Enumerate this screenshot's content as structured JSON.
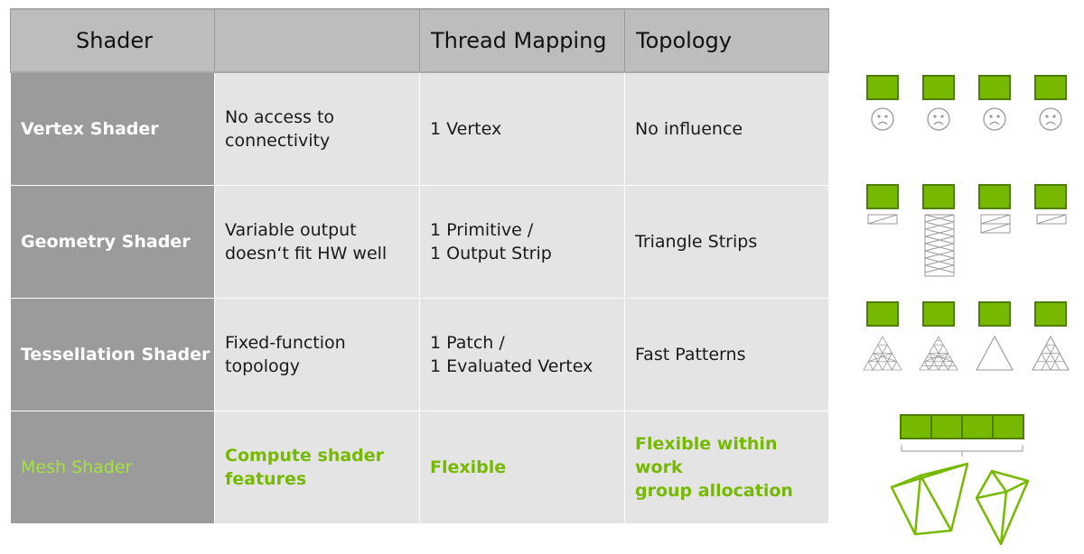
{
  "table": {
    "headers": [
      "Shader",
      "",
      "Thread Mapping",
      "Topology"
    ],
    "rows": [
      {
        "shader": "Vertex Shader",
        "description": "No access to\nconnectivity",
        "thread_mapping": "1 Vertex",
        "topology": "No influence"
      },
      {
        "shader": "Geometry Shader",
        "description": "Variable output\ndoesn‘t fit HW well",
        "thread_mapping": "1 Primitive /\n1 Output Strip",
        "topology": "Triangle Strips"
      },
      {
        "shader": "Tessellation Shader",
        "description": "Fixed-function\ntopology",
        "thread_mapping": "1 Patch /\n1 Evaluated Vertex",
        "topology": "Fast Patterns"
      },
      {
        "shader": "Mesh Shader",
        "description": "Compute shader\nfeatures",
        "thread_mapping": "Flexible",
        "topology": "Flexible within work\ngroup allocation"
      }
    ]
  },
  "colors": {
    "header_bg": "#bdbdbd",
    "rowhead_bg": "#9b9b9b",
    "cell_bg": "#e4e4e4",
    "nvidia_green": "#76b900",
    "mesh_label_green": "#a3e23f"
  },
  "illustrations": {
    "vertex": "thread-blocks-with-sad-face-icons",
    "geometry": "thread-blocks-with-variable-strip-outputs",
    "tessellation": "thread-blocks-with-tessellated-triangle-patterns",
    "mesh": "workgroup-block-with-meshlet-outputs"
  }
}
